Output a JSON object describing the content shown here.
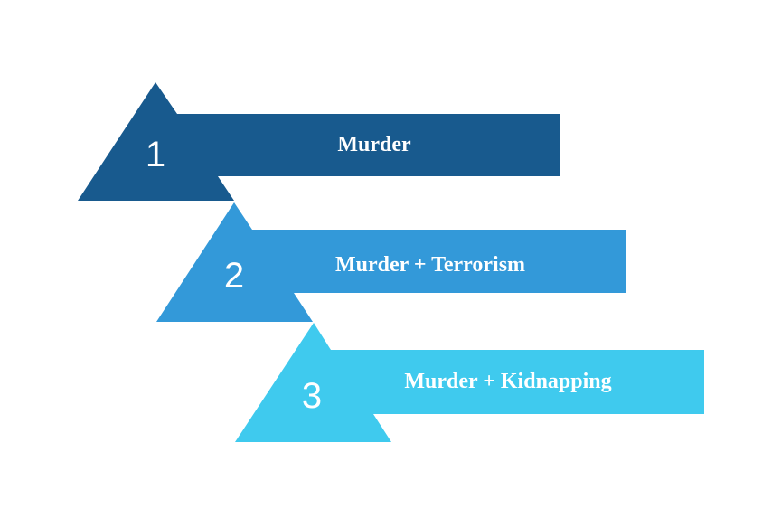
{
  "steps": [
    {
      "number": "1",
      "label": "Murder",
      "color": "#185a8e"
    },
    {
      "number": "2",
      "label": "Murder + Terrorism",
      "color": "#3399d9"
    },
    {
      "number": "3",
      "label": "Murder + Kidnapping",
      "color": "#3fcaee"
    }
  ]
}
